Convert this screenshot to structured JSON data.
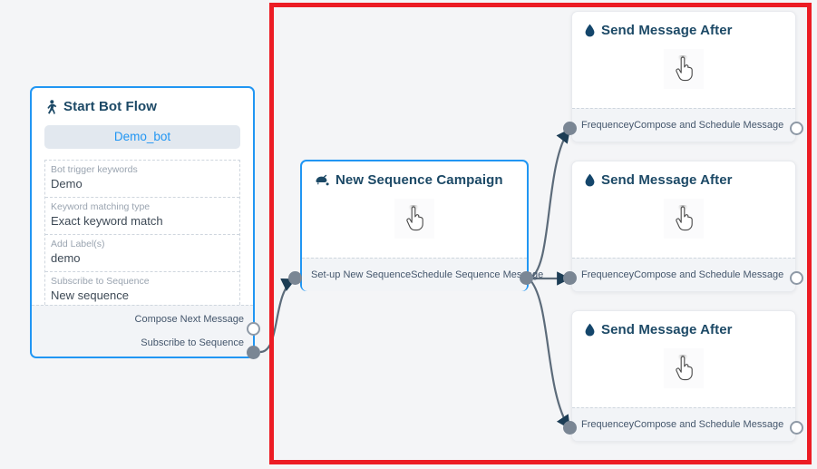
{
  "canvas": {
    "background_color": "#f4f5f7",
    "highlight_rect_color": "#ec1c24"
  },
  "nodes": {
    "start_bot_flow": {
      "title": "Start Bot Flow",
      "icon": "running-person-icon",
      "bot_chip": "Demo_bot",
      "properties": [
        {
          "label": "Bot trigger keywords",
          "value": "Demo"
        },
        {
          "label": "Keyword matching type",
          "value": "Exact keyword match"
        },
        {
          "label": "Add Label(s)",
          "value": "demo"
        },
        {
          "label": "Subscribe to Sequence",
          "value": "New sequence"
        }
      ],
      "ports": [
        {
          "label": "Compose Next Message",
          "state": "hollow"
        },
        {
          "label": "Subscribe to Sequence",
          "state": "filled"
        }
      ]
    },
    "new_sequence_campaign": {
      "title": "New Sequence Campaign",
      "icon": "megaphone-icon",
      "body_icon": "hand-pointer-icon",
      "ports": {
        "input_label": "Set-up New Sequence",
        "output_label": "Schedule Sequence Message"
      }
    },
    "send_message_after": [
      {
        "title": "Send Message After",
        "icon": "water-drop-icon",
        "body_icon": "hand-pointer-icon",
        "input_label": "Frequencey",
        "output_label": "Compose and Schedule Message"
      },
      {
        "title": "Send Message After",
        "icon": "water-drop-icon",
        "body_icon": "hand-pointer-icon",
        "input_label": "Frequencey",
        "output_label": "Compose and Schedule Message"
      },
      {
        "title": "Send Message After",
        "icon": "water-drop-icon",
        "body_icon": "hand-pointer-icon",
        "input_label": "Frequencey",
        "output_label": "Compose and Schedule Message"
      }
    ]
  },
  "colors": {
    "accent_blue": "#2196f3",
    "title_text": "#1c4966",
    "port_filled": "#7a8694",
    "edge": "#5c6b7a",
    "icon_drop": "#14466b"
  }
}
